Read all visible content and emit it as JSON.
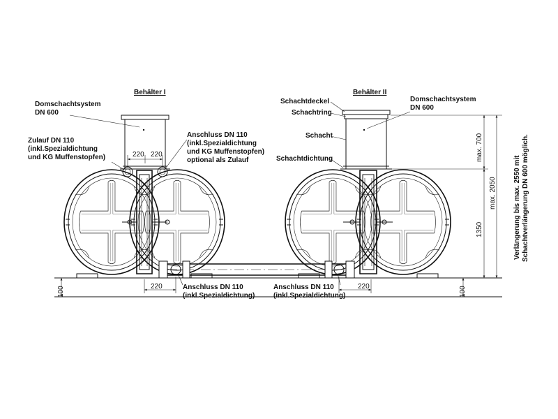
{
  "tank1": {
    "title": "Behälter I",
    "dome_line1": "Domschachtsystem",
    "dome_line2": "DN 600",
    "inlet_line1": "Zulauf DN 110",
    "inlet_line2": "(inkl.Spezialdichtung",
    "inlet_line3": "und KG Muffenstopfen)",
    "conn_top_line1": "Anschluss DN 110",
    "conn_top_line2": "(inkl.Spezialdichtung",
    "conn_top_line3": "und KG Muffenstopfen)",
    "conn_top_line4": "optional als Zulauf",
    "conn_bottom_line1": "Anschluss DN 110",
    "conn_bottom_line2": "(inkl.Spezialdichtung)",
    "dim_top_left": "220",
    "dim_top_right": "220",
    "dim_bottom": "220"
  },
  "tank2": {
    "title": "Behälter II",
    "dome_line1": "Domschachtsystem",
    "dome_line2": "DN 600",
    "cover": "Schachtdeckel",
    "ring": "Schachtring",
    "shaft": "Schacht",
    "seal": "Schachtdichtung",
    "conn_bottom_line1": "Anschluss DN 110",
    "conn_bottom_line2": "(inkl.Spezialdichtung)",
    "dim_bottom": "220"
  },
  "dims": {
    "left_100": "100",
    "right_100": "100",
    "max700": "max. 700",
    "h1350": "1350",
    "max2050": "max. 2050",
    "ext_line1": "Verlängerung bis max. 2550 mit",
    "ext_line2": "Schachtverlängerung DN 600 möglich."
  }
}
